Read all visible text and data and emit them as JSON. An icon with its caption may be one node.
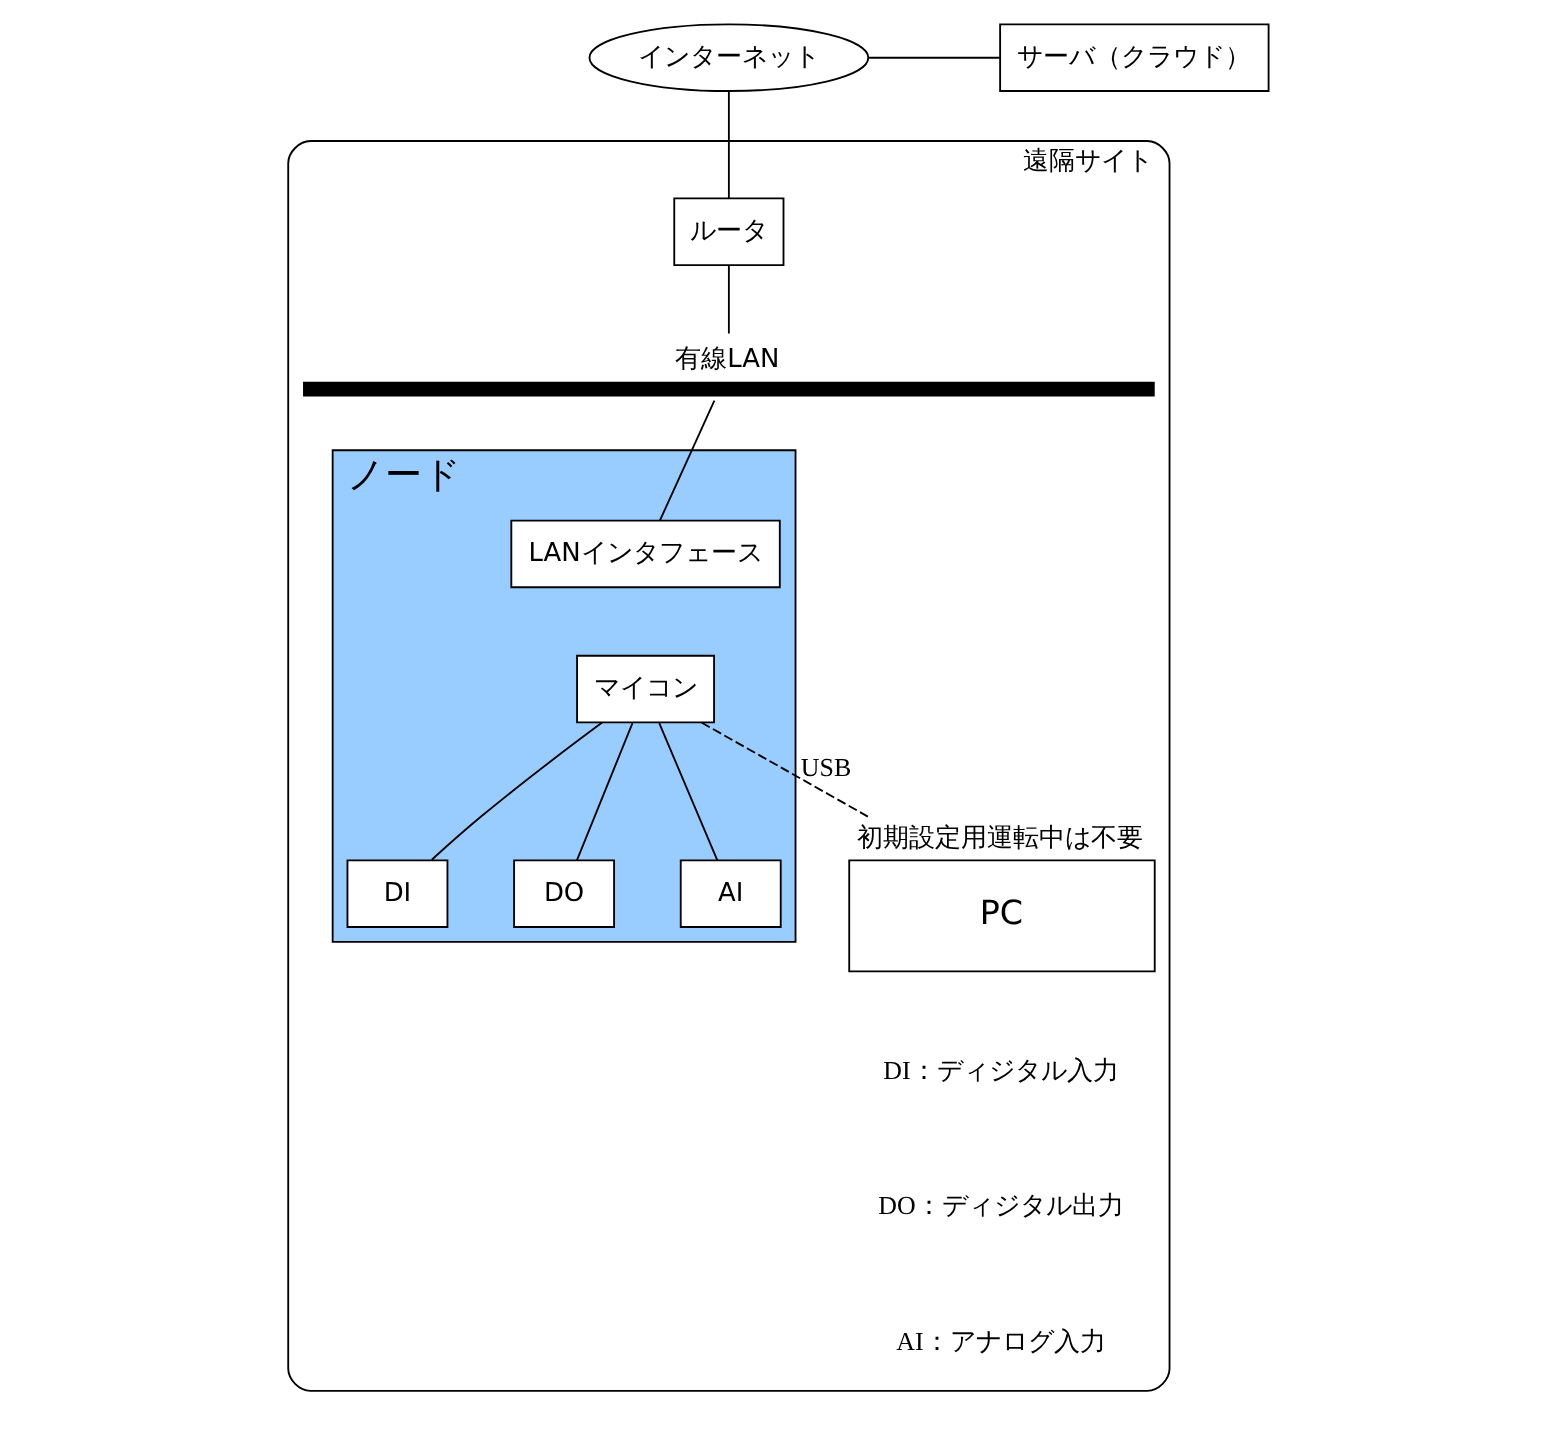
{
  "diagram": {
    "nodes": [
      {
        "text": [
          "インターネット"
        ]
      },
      {
        "text": [
          "サーバ（クラウド）"
        ]
      },
      {
        "text": [
          "遠隔サイト"
        ]
      },
      {
        "text": [
          "ルータ"
        ],
        "in": 2
      },
      {
        "text": [],
        "shape": "bar",
        "beside": [
          "有線LAN"
        ],
        "in": 2
      },
      {
        "text": [
          "ノード"
        ],
        "in": 2
      },
      {
        "text": [
          "LANインタフェース"
        ],
        "in": 5
      },
      {
        "text": [
          "マイコン"
        ],
        "in": 5
      },
      {
        "text": [
          "DI"
        ],
        "in": 5
      },
      {
        "text": [
          "DO"
        ],
        "in": 5
      },
      {
        "text": [
          "AI"
        ],
        "in": 5
      },
      {
        "text": [
          "PC"
        ],
        "beside": [
          "初期設定用運転中は不要"
        ],
        "in": 2
      }
    ],
    "edges": [
      {
        "from": 0,
        "to": 1,
        "arrow": "none"
      },
      {
        "from": 0,
        "to": 3,
        "arrow": "none"
      },
      {
        "from": 3,
        "to": 4,
        "arrow": "none"
      },
      {
        "from": 4,
        "to": 6,
        "arrow": "none"
      },
      {
        "from": 7,
        "to": 11,
        "arrow": "none",
        "label": "USB",
        "style": "dashed"
      },
      {
        "from": 7,
        "to": 8,
        "arrow": "none"
      },
      {
        "from": 7,
        "to": 9,
        "arrow": "none"
      },
      {
        "from": 7,
        "to": 10,
        "arrow": "none"
      }
    ],
    "labels": [
      "DI：ディジタル入力",
      "DO：ディジタル出力",
      "AI：アナログ入力"
    ]
  }
}
